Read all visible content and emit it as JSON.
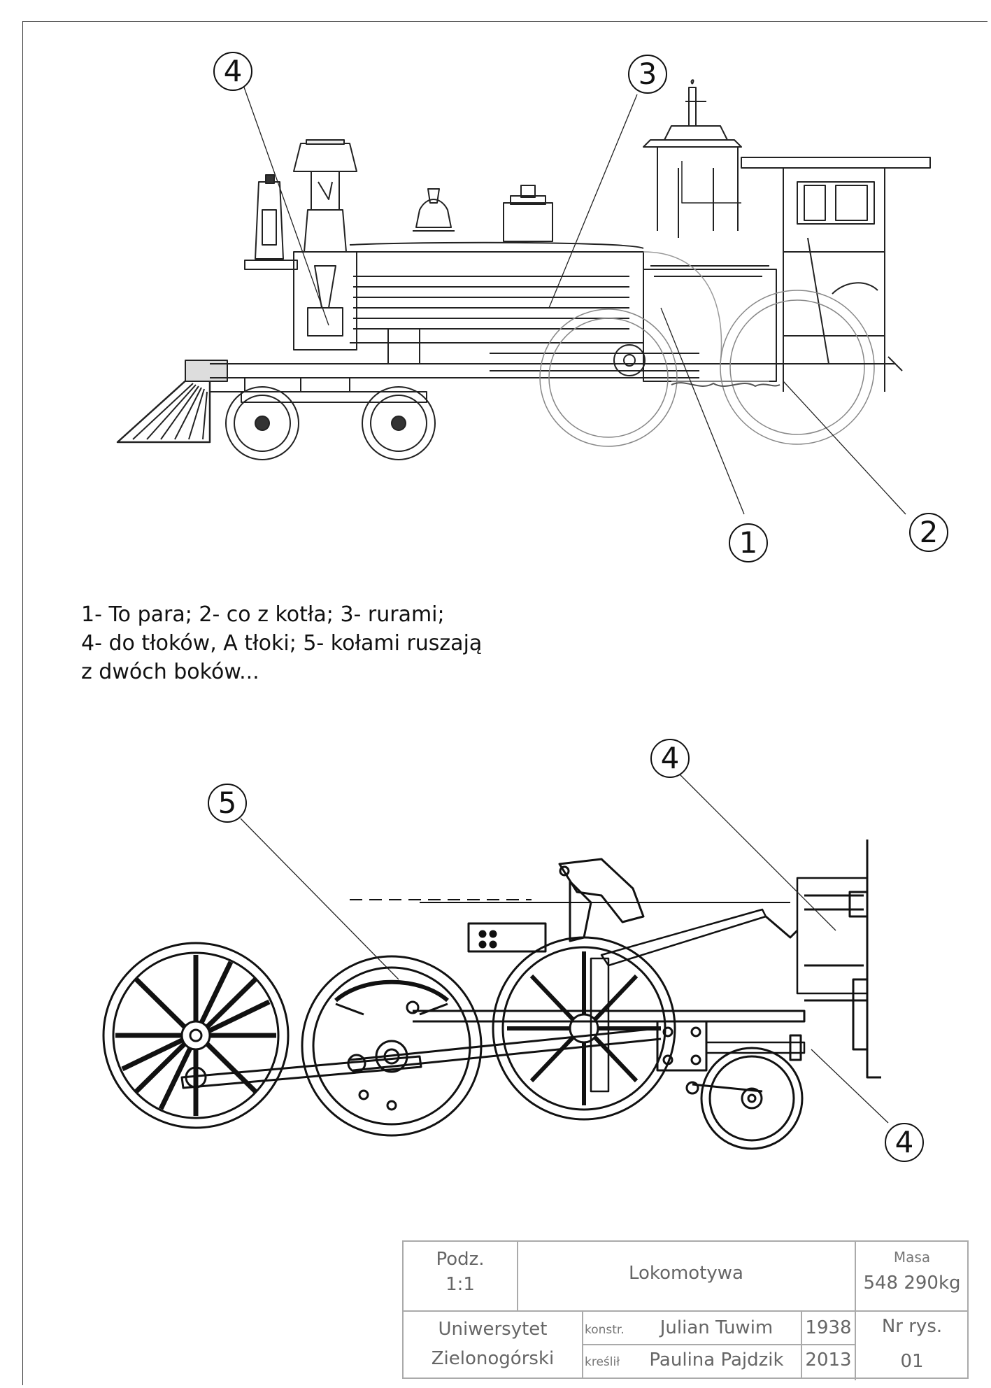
{
  "callouts": {
    "top_1": "1",
    "top_2": "2",
    "top_3": "3",
    "top_4": "4",
    "bottom_4_upper": "4",
    "bottom_4_lower": "4",
    "bottom_5": "5"
  },
  "caption": {
    "line1": "1- To para; 2- co z kotła; 3- rurami;",
    "line2": "4- do tłoków, A tłoki; 5- kołami ruszają",
    "line3": "z dwóch boków..."
  },
  "title_block": {
    "scale_label": "Podz.",
    "scale_value": "1:1",
    "title": "Lokomotywa",
    "mass_label": "Masa",
    "mass_value": "548 290kg",
    "institution_line1": "Uniwersytet",
    "institution_line2": "Zielonogórski",
    "designed_label": "konstr.",
    "designed_by": "Julian Tuwim",
    "designed_year": "1938",
    "drawn_label": "kreślił",
    "drawn_by": "Paulina Pajdzik",
    "drawn_year": "2013",
    "drawing_no_label": "Nr rys.",
    "drawing_no_value": "01"
  }
}
